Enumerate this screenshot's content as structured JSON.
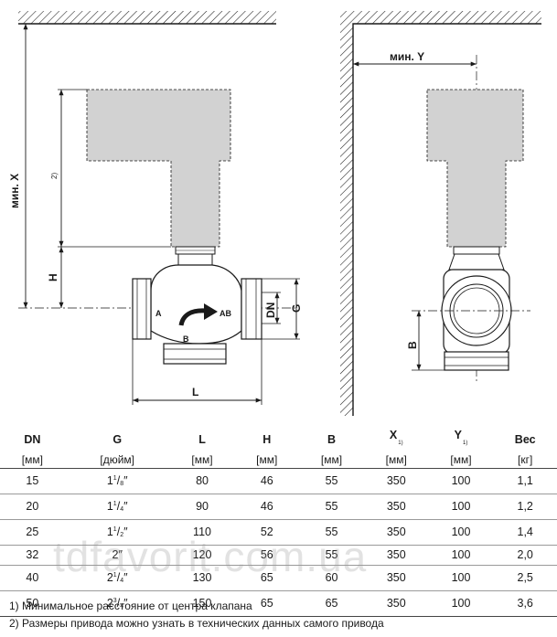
{
  "drawing": {
    "left_labels": {
      "min_x": "мин. X",
      "h": "H",
      "note": "2)",
      "port_a": "A",
      "port_ab": "AB",
      "port_b": "B",
      "dn": "DN",
      "g": "G",
      "l": "L"
    },
    "right_labels": {
      "min_y": "мин. Y",
      "b": "B"
    }
  },
  "table": {
    "headers": [
      {
        "name": "DN",
        "unit": "[мм]",
        "sub": ""
      },
      {
        "name": "G",
        "unit": "[дюйм]",
        "sub": ""
      },
      {
        "name": "L",
        "unit": "[мм]",
        "sub": ""
      },
      {
        "name": "H",
        "unit": "[мм]",
        "sub": ""
      },
      {
        "name": "B",
        "unit": "[мм]",
        "sub": ""
      },
      {
        "name": "X",
        "unit": "[мм]",
        "sub": "1)"
      },
      {
        "name": "Y",
        "unit": "[мм]",
        "sub": "1)"
      },
      {
        "name": "Вес",
        "unit": "[кг]",
        "sub": ""
      }
    ],
    "rows": [
      {
        "dn": "15",
        "g_whole": "1",
        "g_num": "1",
        "g_den": "8",
        "g_mark": "″",
        "l": "80",
        "h": "46",
        "b": "55",
        "x": "350",
        "y": "100",
        "w": "1,1"
      },
      {
        "dn": "20",
        "g_whole": "1",
        "g_num": "1",
        "g_den": "4",
        "g_mark": "″",
        "l": "90",
        "h": "46",
        "b": "55",
        "x": "350",
        "y": "100",
        "w": "1,2"
      },
      {
        "dn": "25",
        "g_whole": "1",
        "g_num": "1",
        "g_den": "2",
        "g_mark": "″",
        "l": "110",
        "h": "52",
        "b": "55",
        "x": "350",
        "y": "100",
        "w": "1,4"
      },
      {
        "dn": "32",
        "g_whole": "2",
        "g_num": "",
        "g_den": "",
        "g_mark": "″",
        "l": "120",
        "h": "56",
        "b": "55",
        "x": "350",
        "y": "100",
        "w": "2,0"
      },
      {
        "dn": "40",
        "g_whole": "2",
        "g_num": "1",
        "g_den": "4",
        "g_mark": "″",
        "l": "130",
        "h": "65",
        "b": "60",
        "x": "350",
        "y": "100",
        "w": "2,5"
      },
      {
        "dn": "50",
        "g_whole": "2",
        "g_num": "3",
        "g_den": "4",
        "g_mark": "″",
        "l": "150",
        "h": "65",
        "b": "65",
        "x": "350",
        "y": "100",
        "w": "3,6"
      }
    ]
  },
  "footnotes": {
    "f1": "1) Минимальное расстояние от центра клапана",
    "f2": "2) Размеры привода можно узнать в технических данных самого привода"
  },
  "watermark": "tdfavorit.com.ua",
  "colors": {
    "actuator_fill": "#d2d2d2",
    "valve_fill": "#ffffff",
    "line": "#1a1a1a"
  }
}
